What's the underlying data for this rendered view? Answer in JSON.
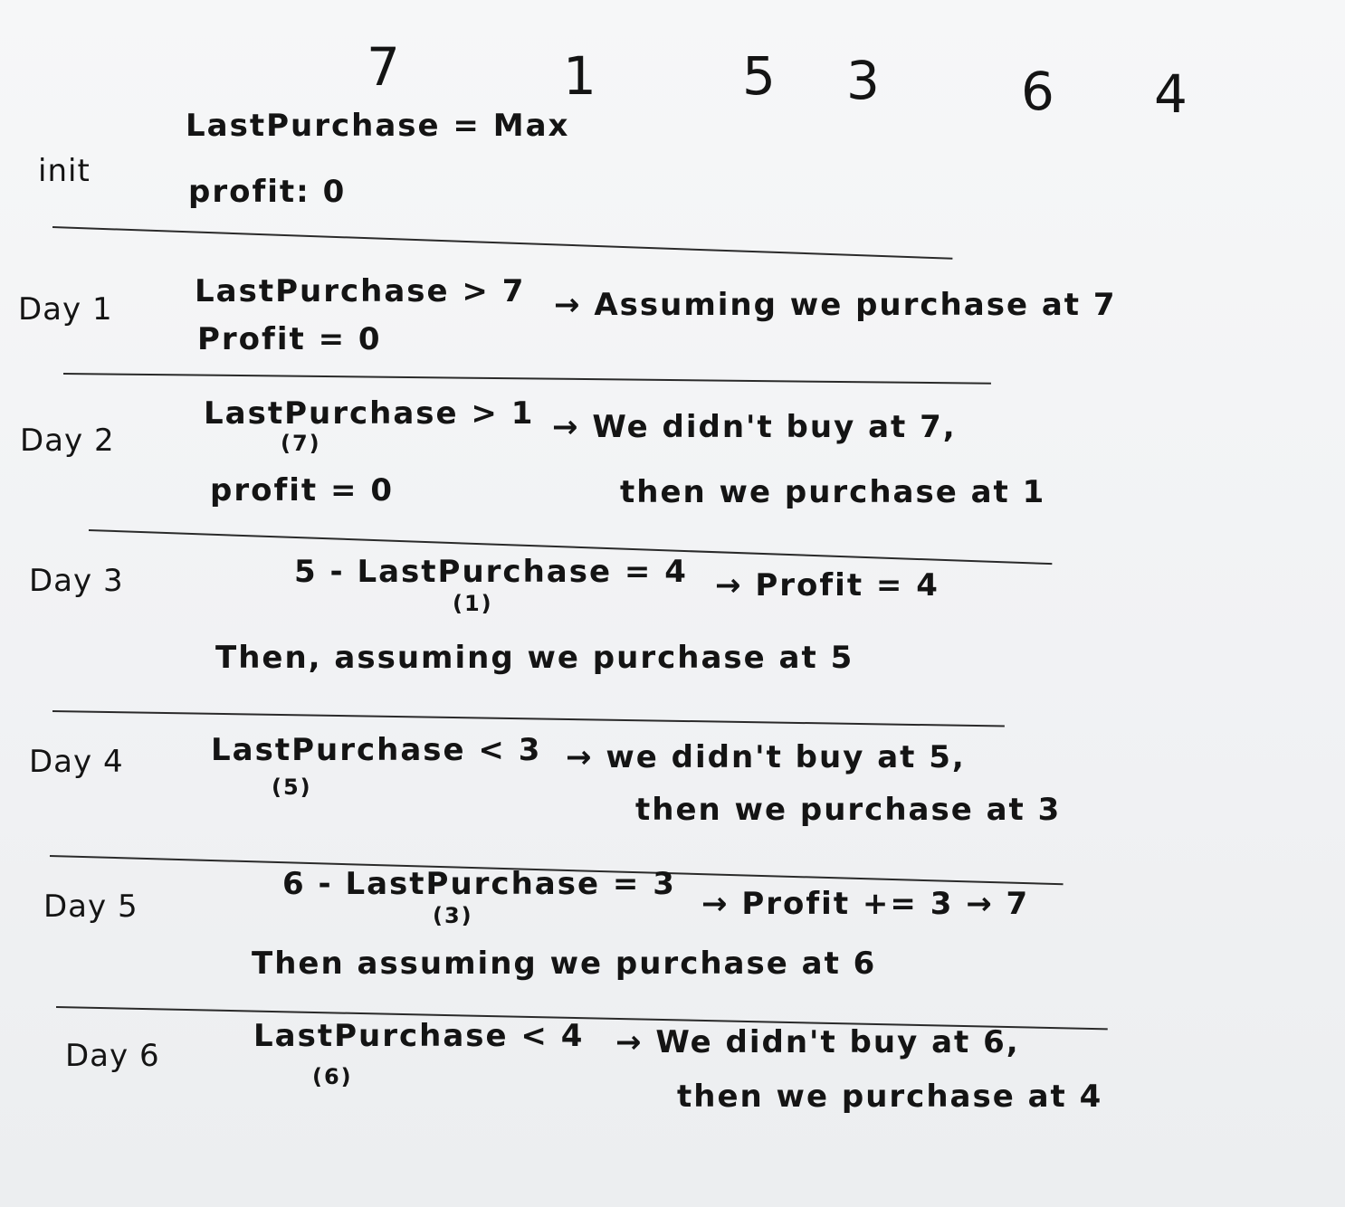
{
  "header": {
    "prices": [
      "7",
      "1",
      "5",
      "3",
      "6",
      "4"
    ]
  },
  "init": {
    "label": "init",
    "line1": "LastPurchase = Max",
    "line2": "profit: 0"
  },
  "day1": {
    "label": "Day 1",
    "expr": "LastPurchase > 7",
    "profit": "Profit = 0",
    "note": "→ Assuming we purchase at 7"
  },
  "day2": {
    "label": "Day 2",
    "expr": "LastPurchase > 1",
    "sub": "(7)",
    "profit": "profit = 0",
    "note1": "→ We didn't buy at 7,",
    "note2": "then we purchase at 1"
  },
  "day3": {
    "label": "Day 3",
    "expr": "5 - LastPurchase = 4",
    "sub": "(1)",
    "note1": "→ Profit = 4",
    "note2": "Then, assuming we purchase at 5"
  },
  "day4": {
    "label": "Day 4",
    "expr": "LastPurchase < 3",
    "sub": "(5)",
    "note1": "→ we didn't buy at 5,",
    "note2": "then we purchase at 3"
  },
  "day5": {
    "label": "Day 5",
    "expr": "6 - LastPurchase = 3",
    "sub": "(3)",
    "note1": "→ Profit += 3 → 7",
    "note2": "Then assuming we purchase at 6"
  },
  "day6": {
    "label": "Day 6",
    "expr": "LastPurchase < 4",
    "sub": "(6)",
    "note1": "→ We didn't buy at 6,",
    "note2": "then we purchase at 4"
  }
}
